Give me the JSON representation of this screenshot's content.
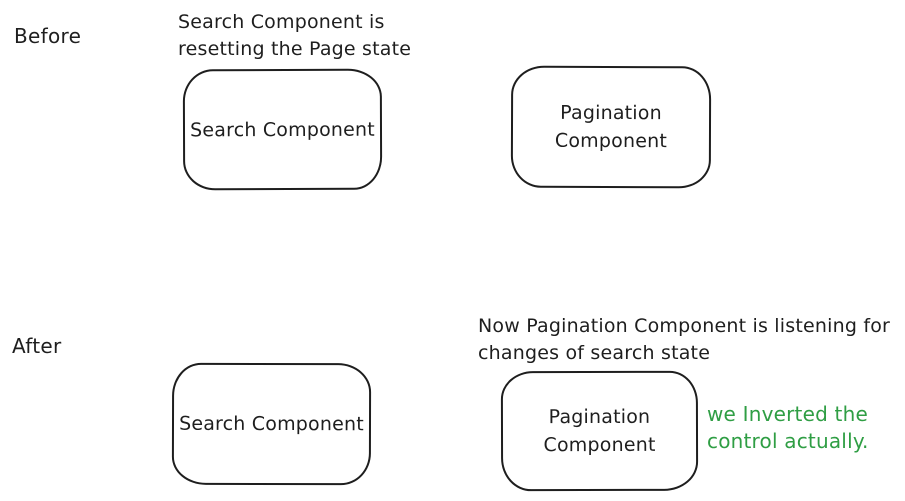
{
  "colors": {
    "ink": "#1e1e1e",
    "note_green": "#2f9e44",
    "background": "#ffffff"
  },
  "before": {
    "label": "Before",
    "caption": [
      "Search Component is",
      "resetting the Page state"
    ],
    "search_box": {
      "label": "Search Component"
    },
    "pagination_box": {
      "label": "Pagination Component"
    }
  },
  "after": {
    "label": "After",
    "caption": [
      "Now Pagination Component is listening for",
      "changes of search state"
    ],
    "search_box": {
      "label": "Search Component"
    },
    "pagination_box": {
      "label": "Pagination Component"
    },
    "note": [
      "we Inverted the",
      "control actually."
    ]
  }
}
